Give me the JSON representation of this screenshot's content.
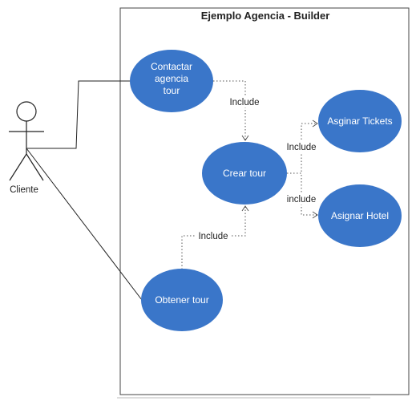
{
  "system": {
    "title": "Ejemplo Agencia - Builder"
  },
  "actor": {
    "label": "Cliente"
  },
  "use_cases": {
    "contactar": [
      "Contactar",
      "agencia",
      "tour"
    ],
    "crear": [
      "Crear tour"
    ],
    "obtener": [
      "Obtener tour"
    ],
    "tickets": [
      "Asginar Tickets"
    ],
    "hotel": [
      "Asignar Hotel"
    ]
  },
  "relations": {
    "contactar_crear": "Include",
    "obtener_crear": "Include",
    "crear_tickets": "Include",
    "crear_hotel": "include"
  },
  "colors": {
    "use_case_fill": "#3a76c9",
    "use_case_text": "#ffffff",
    "line": "#222222"
  }
}
